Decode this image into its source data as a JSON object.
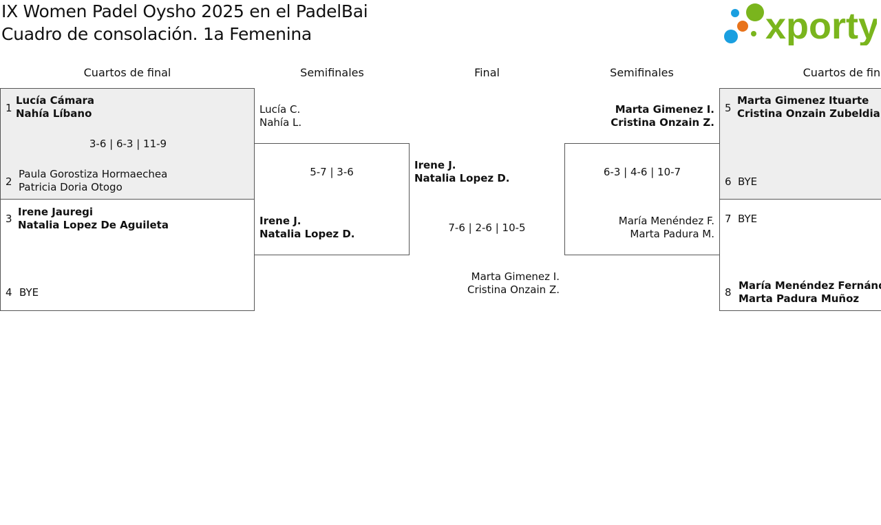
{
  "header": {
    "title_line1": "IX Women Padel Oysho 2025 en el PadelBai",
    "title_line2": "Cuadro de consolación. 1a Femenina",
    "logo_text": "xporty",
    "logo_colors": {
      "text": "#7ab51d",
      "dot_blue": "#1a9fe0",
      "dot_orange": "#e8731b",
      "dot_green": "#7ab51d"
    }
  },
  "rounds": {
    "left_qf": "Cuartos de final",
    "left_sf": "Semifinales",
    "final": "Final",
    "right_sf": "Semifinales",
    "right_qf": "Cuartos de final"
  },
  "left_qf": {
    "m1": {
      "seed_top": "1",
      "top_p1": "Lucía Cámara",
      "top_p2": "Nahía Líbano",
      "score": "3-6 | 6-3 | 11-9",
      "seed_bottom": "2",
      "bottom_p1": "Paula Gorostiza Hormaechea",
      "bottom_p2": "Patricia Doria Otogo"
    },
    "m2": {
      "seed_top": "3",
      "top_p1": "Irene Jauregi",
      "top_p2": "Natalia Lopez De Aguileta",
      "seed_bottom": "4",
      "bottom_bye": "BYE"
    }
  },
  "left_sf": {
    "top_p1": "Lucía C.",
    "top_p2": "Nahía L.",
    "score": "5-7 | 3-6",
    "bottom_p1": "Irene J.",
    "bottom_p2": "Natalia Lopez D."
  },
  "final": {
    "top_p1": "Irene J.",
    "top_p2": "Natalia Lopez D.",
    "score": "7-6 | 2-6 | 10-5",
    "bottom_p1": "Marta Gimenez I.",
    "bottom_p2": "Cristina Onzain Z."
  },
  "right_sf": {
    "top_p1": "Marta Gimenez I.",
    "top_p2": "Cristina Onzain Z.",
    "score": "6-3 | 4-6 | 10-7",
    "bottom_p1": "María Menéndez F.",
    "bottom_p2": "Marta Padura M."
  },
  "right_qf": {
    "m1": {
      "seed_top": "5",
      "top_p1": "Marta Gimenez Ituarte",
      "top_p2": "Cristina Onzain Zubeldia",
      "seed_bottom": "6",
      "bottom_bye": "BYE"
    },
    "m2": {
      "seed_top": "7",
      "top_bye": "BYE",
      "seed_bottom": "8",
      "bottom_p1": "María Menéndez Fernández",
      "bottom_p2": "Marta Padura Muñoz"
    }
  }
}
